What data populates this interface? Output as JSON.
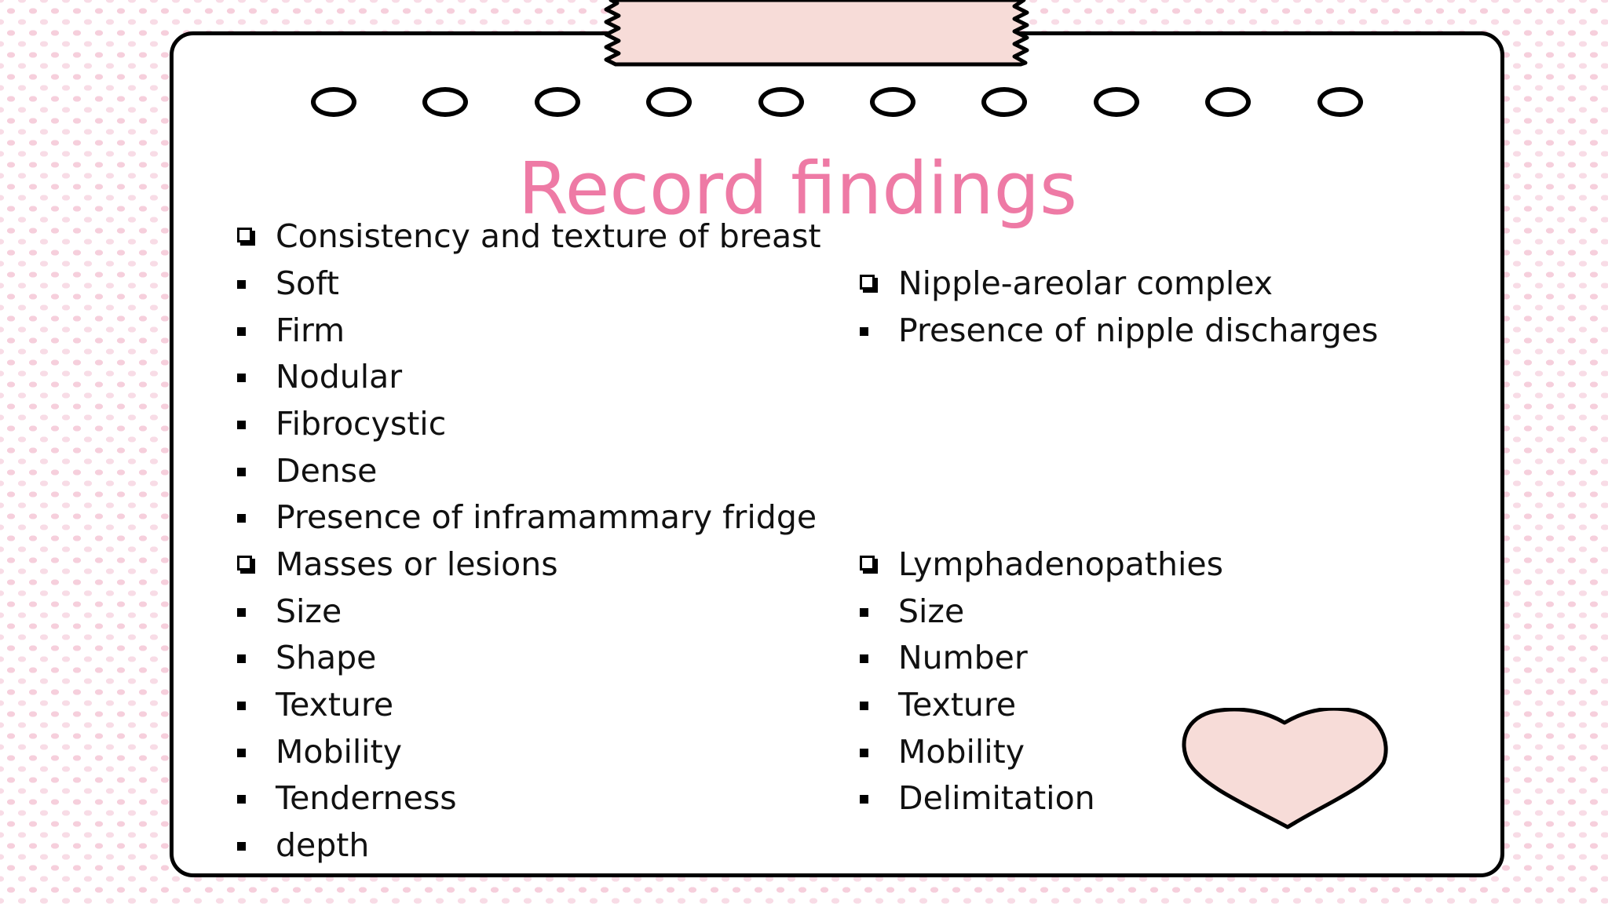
{
  "slide": {
    "title": "Record findings",
    "colors": {
      "title": "#ee7aa5",
      "tape": "#f7dcd8",
      "heart": "#f7dcd8",
      "outline": "#000000",
      "pattern": "#f6cfdc"
    },
    "left_column": {
      "consistency": {
        "heading": "Consistency and texture of breast",
        "items": [
          "Soft",
          "Firm",
          "Nodular",
          "Fibrocystic",
          "Dense",
          "Presence of inframammary fridge"
        ]
      },
      "masses": {
        "heading": "Masses or lesions",
        "items": [
          "Size",
          "Shape",
          "Texture",
          "Mobility",
          "Tenderness",
          "depth"
        ]
      }
    },
    "right_column": {
      "nipple": {
        "heading": "Nipple-areolar complex",
        "items": [
          "Presence of nipple discharges"
        ]
      },
      "lymph": {
        "heading": "Lymphadenopathies",
        "items": [
          "Size",
          "Number",
          "Texture",
          "Mobility",
          "Delimitation"
        ]
      }
    },
    "decorations": [
      "washi-tape",
      "binder-rings",
      "heart-sticker",
      "pink-dot-pattern"
    ]
  }
}
